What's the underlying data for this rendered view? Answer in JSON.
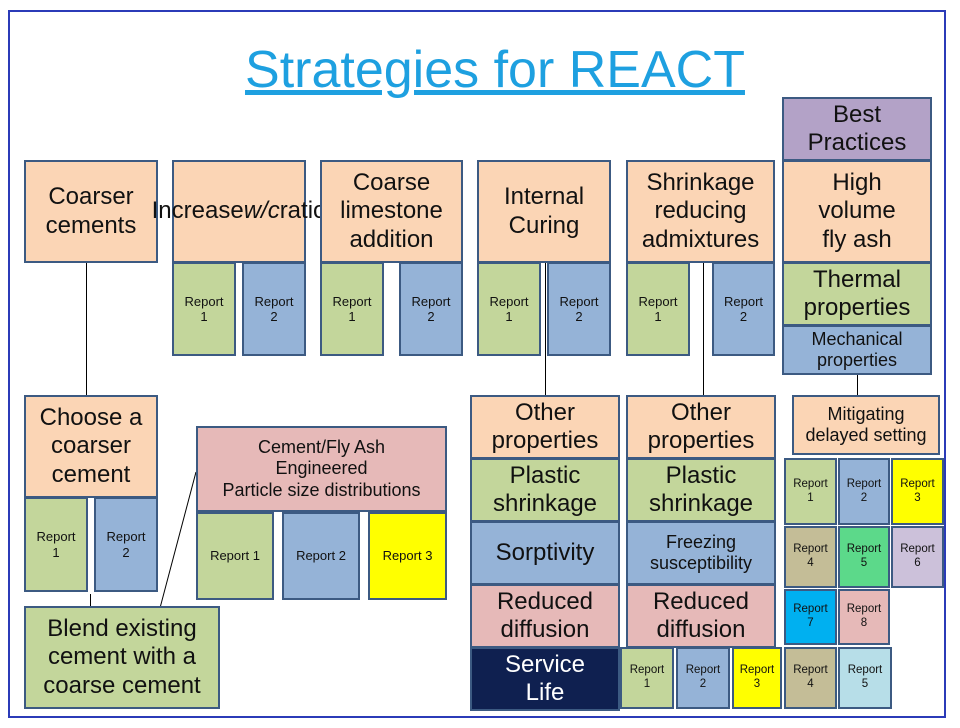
{
  "title": "Strategies for REACT",
  "strategies": {
    "coarser_cements": "Coarser\ncements",
    "increase_wc_pre": "Increase\n",
    "increase_wc_em": "w/c",
    "increase_wc_post": " ratio",
    "coarse_limestone": "Coarse\nlimestone\naddition",
    "internal_curing": "Internal\nCuring",
    "shrinkage_reducing": "Shrinkage\nreducing\nadmixtures",
    "best_practices": "Best\nPractices",
    "high_volume_fly_ash": "High\nvolume\nfly ash",
    "thermal_properties": "Thermal\nproperties",
    "mechanical_properties": "Mechanical\nproperties"
  },
  "reports": {
    "r1": "Report\n1",
    "r2": "Report\n2",
    "r3": "Report\n3",
    "r4": "Report\n4",
    "r5": "Report\n5",
    "r6": "Report\n6",
    "r7": "Report\n7",
    "r8": "Report\n8",
    "report_1_inline": "Report  1",
    "report_2_inline": "Report 2",
    "report_3_inline": "Report 3"
  },
  "lower": {
    "choose_coarser_cement": "Choose a\ncoarser\ncement",
    "blend_existing": "Blend existing\ncement with a\ncoarse cement",
    "psd": "Cement/Fly Ash\nEngineered\nParticle size distributions",
    "other_properties": "Other\nproperties",
    "plastic_shrinkage": "Plastic\nshrinkage",
    "sorptivity": "Sorptivity",
    "freezing_susceptibility": "Freezing\nsusceptibility",
    "reduced_diffusion": "Reduced\ndiffusion",
    "service_life": "Service\nLife",
    "mitigating_delayed_setting": "Mitigating\ndelayed setting"
  },
  "colors": {
    "title": "#1ea0e0",
    "peach": "#fbd5b5",
    "green": "#c3d69b",
    "blue": "#95b3d7",
    "pink": "#e6b9b8",
    "yellow": "#ffff00",
    "navy": "#0f2050",
    "frame": "#2b3bb8"
  }
}
